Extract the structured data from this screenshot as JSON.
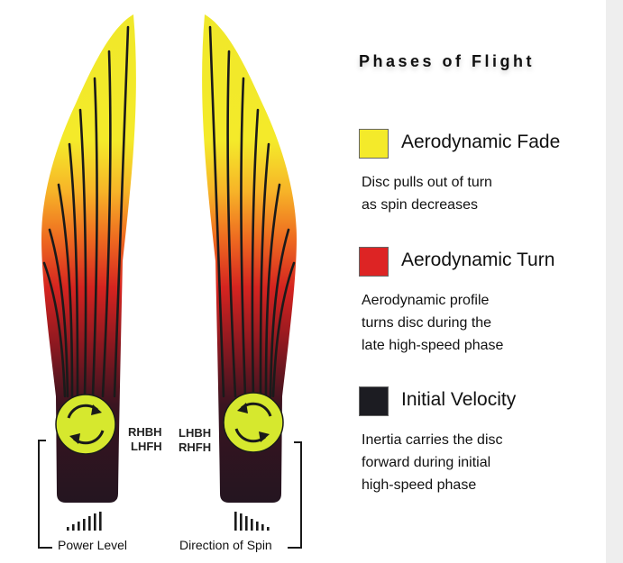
{
  "title": "Phases of Flight",
  "colors": {
    "fade": "#f1e828",
    "turn": "#dd2020",
    "velocity": "#1b1b1f",
    "spin_disc": "#d6e82e"
  },
  "legend": [
    {
      "label": "Aerodynamic Fade",
      "color": "#f4ea2a",
      "desc": [
        "Disc pulls out of turn",
        "as spin decreases"
      ]
    },
    {
      "label": "Aerodynamic Turn",
      "color": "#dd2424",
      "desc": [
        "Aerodynamic profile",
        "turns disc during the",
        "late high-speed phase"
      ]
    },
    {
      "label": "Initial Velocity",
      "color": "#1c1c22",
      "desc": [
        "Inertia carries the disc",
        "forward during initial",
        "high-speed phase"
      ]
    }
  ],
  "left_throw": {
    "labels": [
      "RHBH",
      "LHFH"
    ],
    "spin_icon": "clockwise-arrows-icon"
  },
  "right_throw": {
    "labels": [
      "LHBH",
      "RHFH"
    ],
    "spin_icon": "counterclockwise-arrows-icon"
  },
  "bottom": {
    "power_level": "Power Level",
    "direction_of_spin": "Direction of Spin"
  }
}
